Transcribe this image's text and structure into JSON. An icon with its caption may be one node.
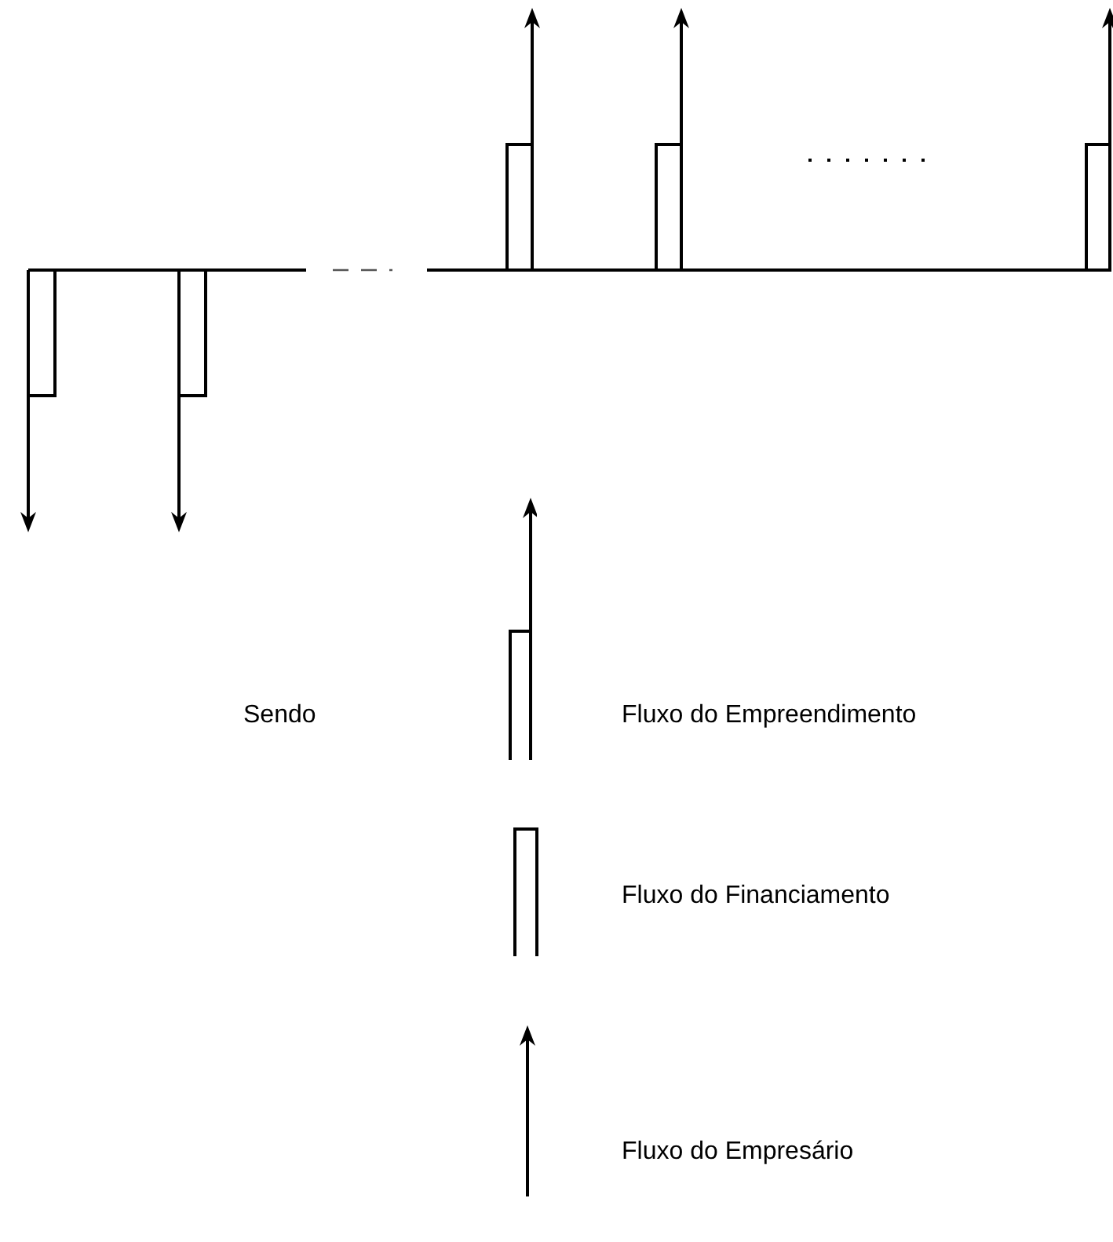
{
  "diagram": {
    "labels": [
      "Sendo"
    ],
    "legend": [
      {
        "text": "Fluxo do Empreendimento"
      },
      {
        "text": "Fluxo do Financiamento"
      },
      {
        "text": "Fluxo do Empresário"
      }
    ]
  }
}
